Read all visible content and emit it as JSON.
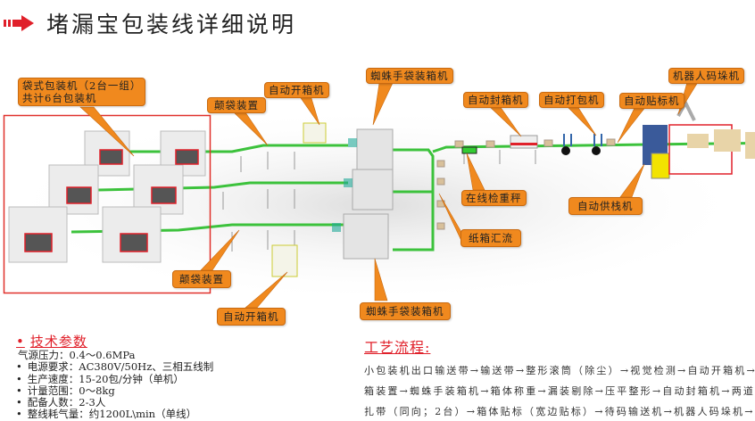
{
  "header": {
    "title": "堵漏宝包装线详细说明",
    "icon": "red-arrow-icon"
  },
  "callouts": {
    "bag_packer": [
      "袋式包装机（2台一组）",
      "共计6台包装机"
    ],
    "case_erector_top": "自动开箱机",
    "bag_shaker_top": "颠袋装置",
    "spider_top": "蜘蛛手袋装箱机",
    "case_sealer": "自动封箱机",
    "strapper": "自动打包机",
    "labeler": "自动贴标机",
    "palletizer": "机器人码垛机",
    "checkweigher": "在线检重秤",
    "carton_merge": "纸箱汇流",
    "pallet_feeder": "自动供栈机",
    "bag_shaker_bottom": "颠袋装置",
    "case_erector_bottom": "自动开箱机",
    "spider_bottom": "蜘蛛手袋装箱机"
  },
  "params": {
    "heading": "技术参数",
    "items": [
      "气源压力：0.4～0.6MPa",
      "电源要求：AC380V/50Hz、三相五线制",
      "生产速度：15-20包/分钟（单机）",
      "计量范围：0～8kg",
      "配备人数：2-3人",
      "整线耗气量：约1200L\\min（单线）"
    ]
  },
  "process": {
    "heading": "工艺流程:",
    "lines": [
      "小包装机出口输送带→输送带→整形滚筒（除尘）→视觉检测→自动开箱机→",
      "箱装置→蜘蛛手装箱机→箱体称重→漏装剔除→压平整形→自动封箱机→两道",
      "扎带（同向；2台）→箱体贴标（宽边贴标）→待码输送机→机器人码垛机→"
    ]
  },
  "colors": {
    "accent_red": "#e0202a",
    "callout_orange": "#f0891e",
    "conveyor_green": "#3cc23c"
  }
}
